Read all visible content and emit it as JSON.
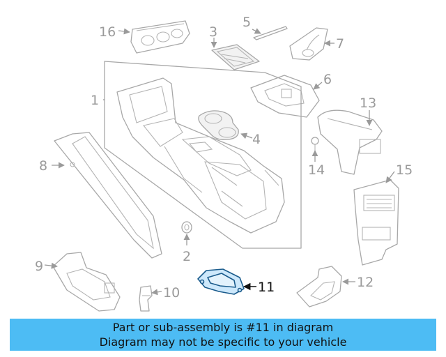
{
  "callouts": {
    "c1": "1",
    "c2": "2",
    "c3": "3",
    "c4": "4",
    "c5": "5",
    "c6": "6",
    "c7": "7",
    "c8": "8",
    "c9": "9",
    "c10": "10",
    "c11": "11",
    "c12": "12",
    "c13": "13",
    "c14": "14",
    "c15": "15",
    "c16": "16"
  },
  "highlighted_part": "11",
  "colors": {
    "banner": "#4dbcf4",
    "highlight_fill": "#cde8fb",
    "highlight_stroke": "#1a5b8c",
    "line_art": "#a8a8a8"
  },
  "banner": {
    "line1": "Part or sub-assembly is #11 in diagram",
    "line2": "Diagram may not be specific to your vehicle"
  }
}
